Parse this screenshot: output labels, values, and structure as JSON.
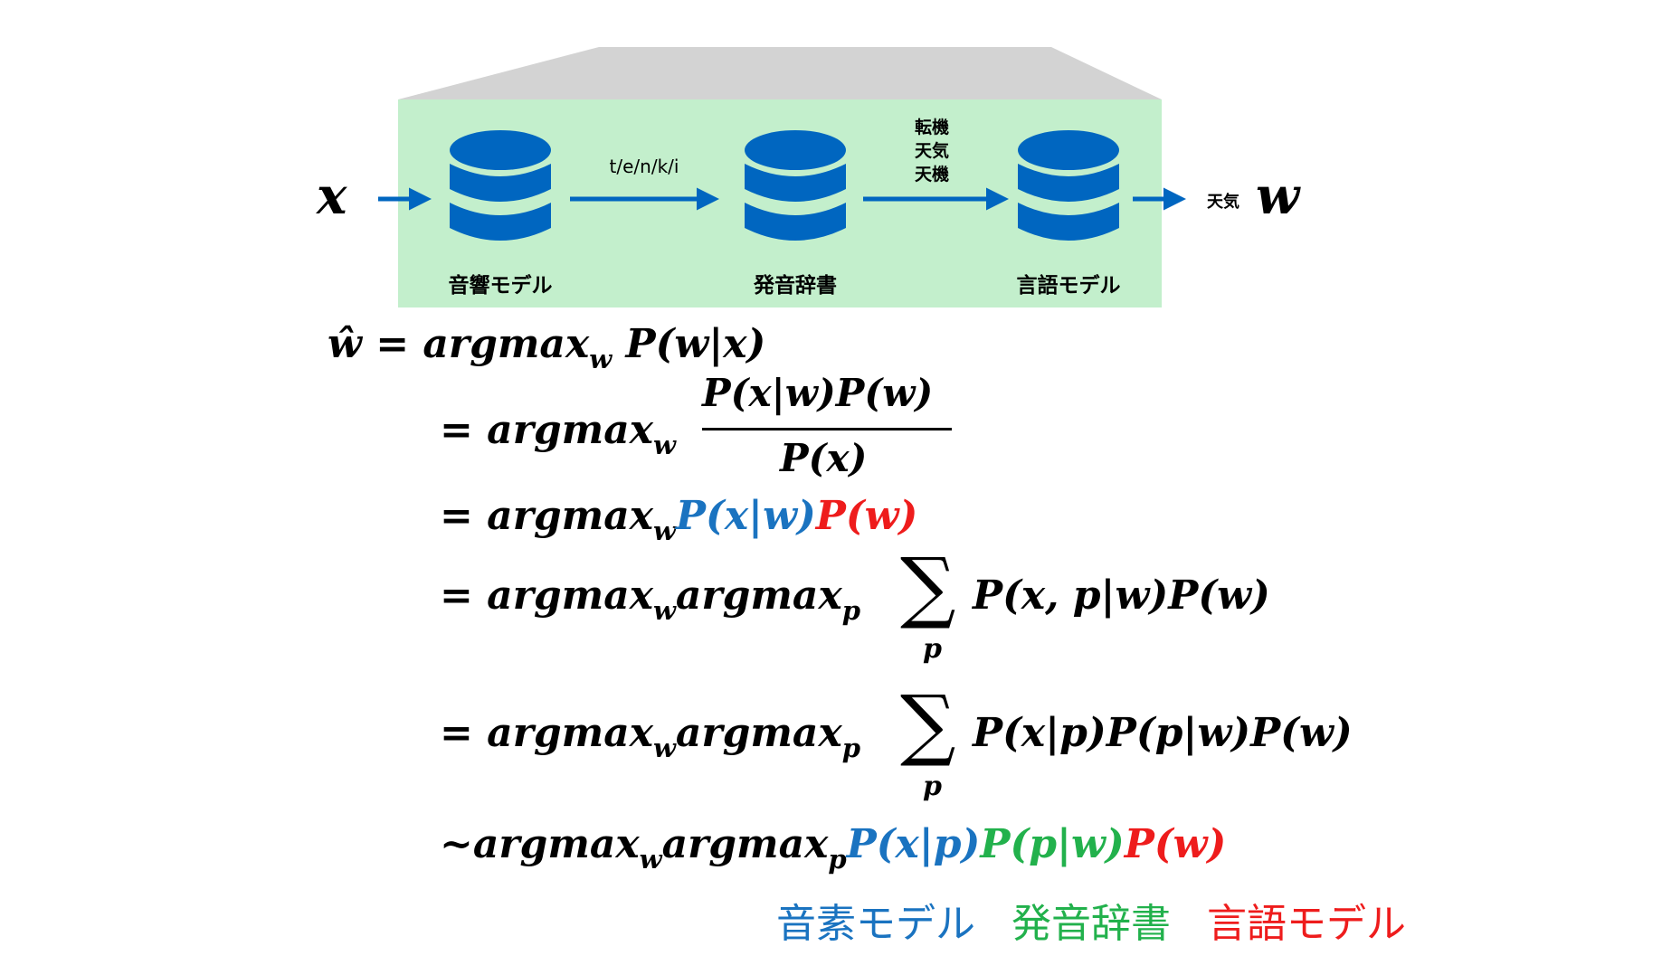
{
  "diagram": {
    "input_var": "x",
    "output_var": "w",
    "models": [
      {
        "label": "音響モデル"
      },
      {
        "label": "発音辞書"
      },
      {
        "label": "言語モデル"
      }
    ],
    "arrow1_label": "t/e/n/k/i",
    "candidates": [
      "転機",
      "天気",
      "天機"
    ],
    "output_word": "天気",
    "colors": {
      "panel": "#c3efcc",
      "backdrop": "#d3d3d3",
      "accent": "#0066c0"
    }
  },
  "equations": {
    "line1": {
      "lhs": "ŵ",
      "eq": "=",
      "argmax": "argmax",
      "sub_w": "w",
      "rhs": "P(w|x)"
    },
    "line2": {
      "prefix": "= argmax",
      "sub_w": "w",
      "numerator": "P(x|w)P(w)",
      "denominator": "P(x)"
    },
    "line3": {
      "prefix": "= argmax",
      "sub_w": "w",
      "term_blue": "P(x|w)",
      "term_red": "P(w)"
    },
    "line4": {
      "prefix": "= argmax",
      "sub_w": "w",
      "argmax2": "argmax",
      "sub_p": "p",
      "sigma": "∑",
      "sigma_sub": "p",
      "rhs": "P(x, p|w)P(w)"
    },
    "line5": {
      "prefix": "= argmax",
      "sub_w": "w",
      "argmax2": "argmax",
      "sub_p": "p",
      "sigma": "∑",
      "sigma_sub": "p",
      "rhs": "P(x|p)P(p|w)P(w)"
    },
    "line6": {
      "prefix": "~argmax",
      "sub_w": "w",
      "argmax2": "argmax",
      "sub_p": "p",
      "term_blue": "P(x|p)",
      "term_green": "P(p|w)",
      "term_red": "P(w)"
    }
  },
  "legend": {
    "acoustic": "音素モデル",
    "lexicon": "発音辞書",
    "language": "言語モデル",
    "colors": {
      "acoustic": "#1a73c0",
      "lexicon": "#22b14c",
      "language": "#ee1c1c"
    }
  }
}
